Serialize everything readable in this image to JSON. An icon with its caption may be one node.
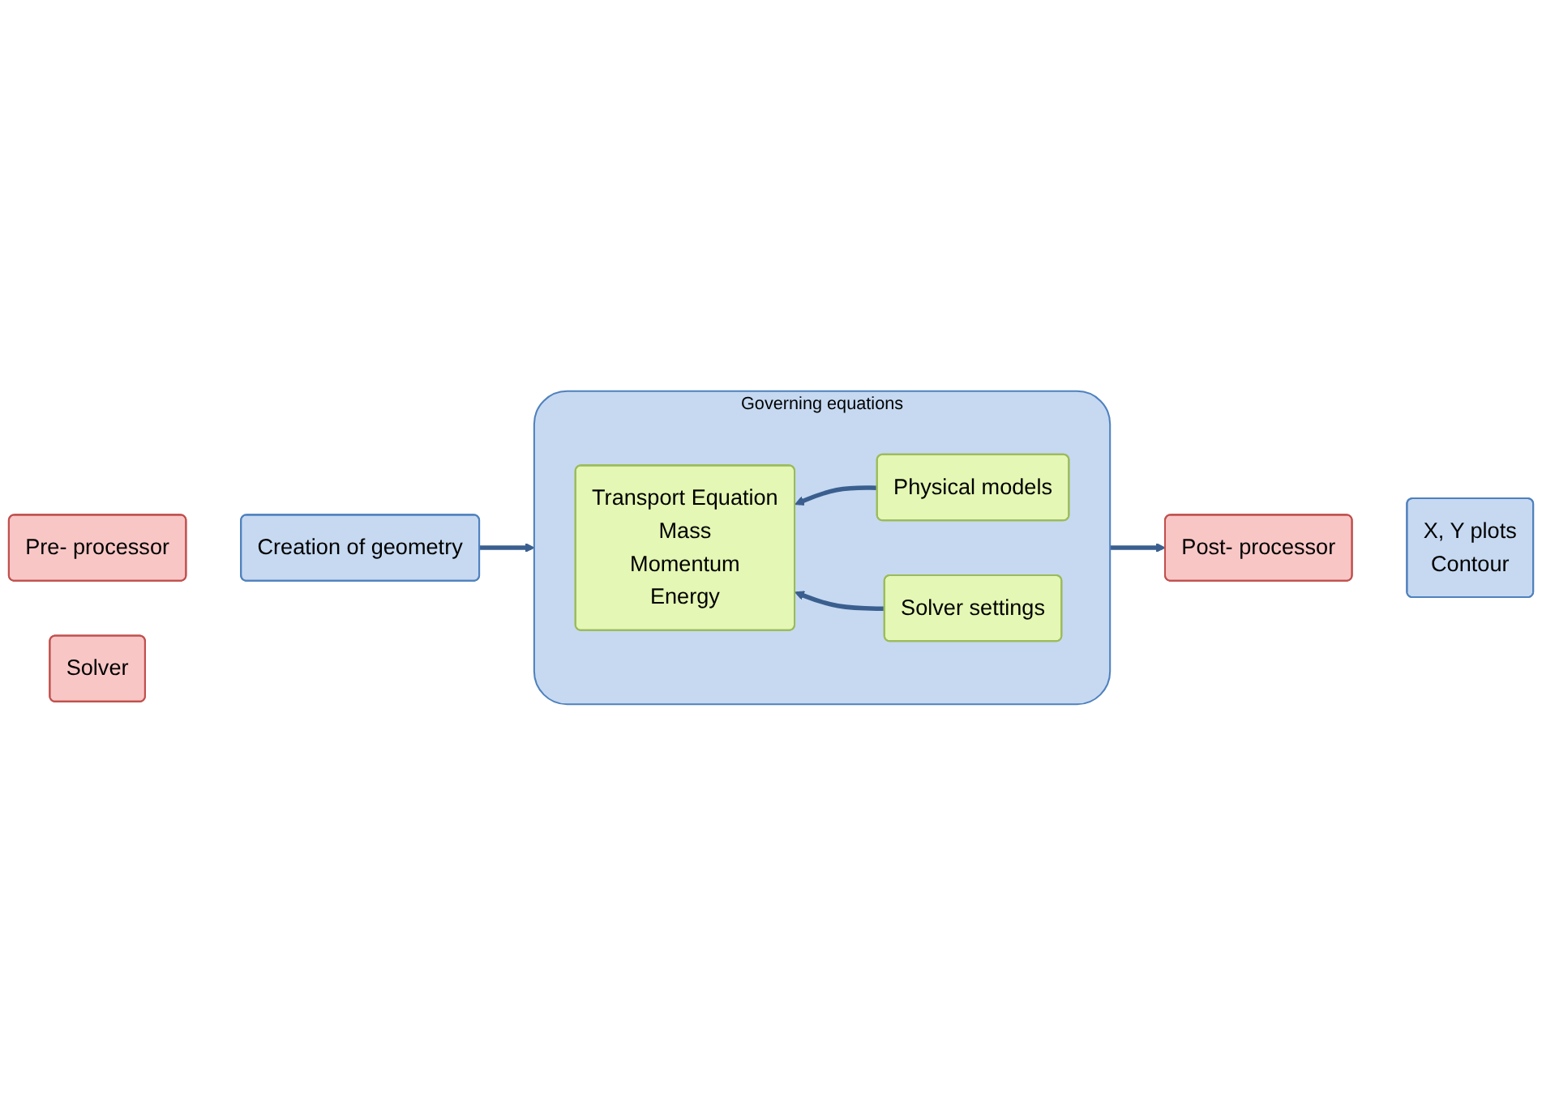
{
  "diagram": {
    "nodes": [
      {
        "text": [
          "Pre- processor"
        ]
      },
      {
        "text": [
          "Creation of geometry"
        ]
      },
      {
        "text": [
          "Post- processor"
        ]
      },
      {
        "text": [
          "X, Y plots",
          "Contour"
        ]
      },
      {
        "text": [
          "Solver"
        ]
      },
      {
        "text": [
          "Governing equations"
        ]
      },
      {
        "text": [
          "Transport Equation",
          "Mass",
          "Momentum",
          "Energy"
        ],
        "in": 5
      },
      {
        "text": [
          "Physical models"
        ],
        "in": 5
      },
      {
        "text": [
          "Solver settings"
        ],
        "in": 5
      }
    ],
    "edges": [
      {
        "from": 1,
        "to": 5,
        "arrow": "to"
      },
      {
        "from": 5,
        "to": 2,
        "arrow": "to"
      },
      {
        "from": 7,
        "to": 6,
        "arrow": "to"
      },
      {
        "from": 8,
        "to": 6,
        "arrow": "to"
      }
    ]
  }
}
